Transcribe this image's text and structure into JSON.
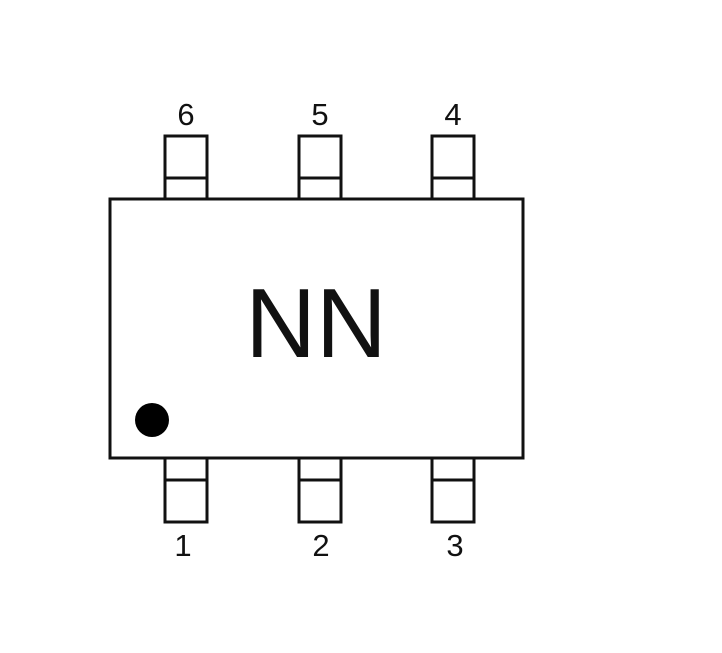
{
  "package": {
    "marking": "NN",
    "pins": [
      {
        "number": "1"
      },
      {
        "number": "2"
      },
      {
        "number": "3"
      },
      {
        "number": "4"
      },
      {
        "number": "5"
      },
      {
        "number": "6"
      }
    ]
  },
  "colors": {
    "stroke": "#111111",
    "background": "#ffffff",
    "pin1_dot": "#000000"
  }
}
